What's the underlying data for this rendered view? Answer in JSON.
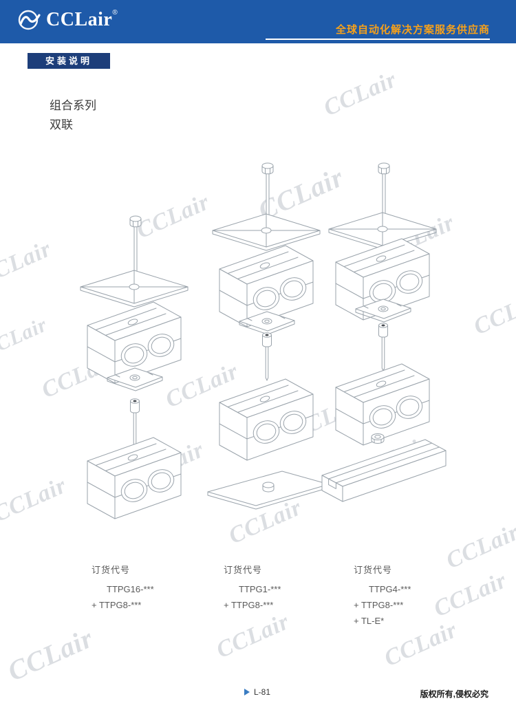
{
  "header": {
    "logo": {
      "text": "CCLair",
      "reg": "®"
    },
    "tagline": "全球自动化解决方案服务供应商"
  },
  "section_badge": "安装说明",
  "titles": {
    "series": "组合系列",
    "variant": "双联"
  },
  "ordering": [
    {
      "label": "订货代号",
      "codes": [
        "TTPG16-***",
        "+ TTPG8-***"
      ]
    },
    {
      "label": "订货代号",
      "codes": [
        "TTPG1-***",
        "+ TTPG8-***"
      ]
    },
    {
      "label": "订货代号",
      "codes": [
        "TTPG4-***",
        "+ TTPG8-***",
        "+ TL-E*"
      ]
    }
  ],
  "footer": {
    "page": "L-81",
    "copyright": "版权所有,侵权必究"
  },
  "watermark": {
    "text": "CCLair"
  },
  "colors": {
    "header_blue": "#1e5aa9",
    "badge_navy": "#1d3e7a",
    "tagline_orange": "#f7a11a",
    "accent_blue": "#3a7cc2",
    "line_gray": "#9aa3ab"
  }
}
